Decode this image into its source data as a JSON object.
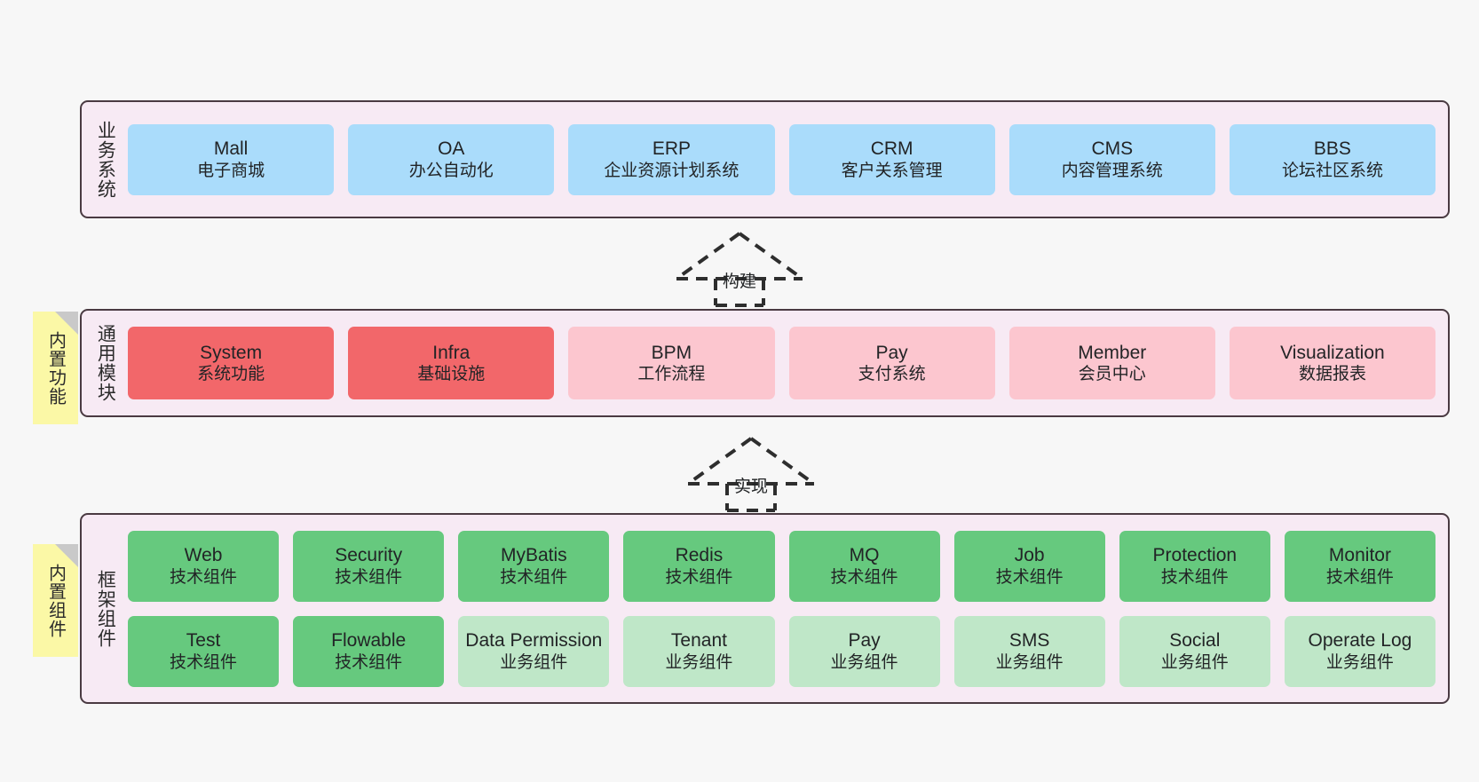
{
  "diagram": {
    "layers": [
      {
        "id": "business-systems",
        "label": "业务系统",
        "rows": [
          {
            "items": [
              {
                "title": "Mall",
                "sub": "电子商城",
                "color": "#aadcfb"
              },
              {
                "title": "OA",
                "sub": "办公自动化",
                "color": "#aadcfb"
              },
              {
                "title": "ERP",
                "sub": "企业资源计划系统",
                "color": "#aadcfb"
              },
              {
                "title": "CRM",
                "sub": "客户关系管理",
                "color": "#aadcfb"
              },
              {
                "title": "CMS",
                "sub": "内容管理系统",
                "color": "#aadcfb"
              },
              {
                "title": "BBS",
                "sub": "论坛社区系统",
                "color": "#aadcfb"
              }
            ]
          }
        ]
      },
      {
        "id": "common-modules",
        "label": "通用模块",
        "sticky": "内置功能",
        "rows": [
          {
            "items": [
              {
                "title": "System",
                "sub": "系统功能",
                "color": "#f2676a"
              },
              {
                "title": "Infra",
                "sub": "基础设施",
                "color": "#f2676a"
              },
              {
                "title": "BPM",
                "sub": "工作流程",
                "color": "#fcc6cf"
              },
              {
                "title": "Pay",
                "sub": "支付系统",
                "color": "#fcc6cf"
              },
              {
                "title": "Member",
                "sub": "会员中心",
                "color": "#fcc6cf"
              },
              {
                "title": "Visualization",
                "sub": "数据报表",
                "color": "#fcc6cf"
              }
            ]
          }
        ]
      },
      {
        "id": "framework-components",
        "label": "框架组件",
        "sticky": "内置组件",
        "rows": [
          {
            "items": [
              {
                "title": "Web",
                "sub": "技术组件",
                "color": "#66c97e"
              },
              {
                "title": "Security",
                "sub": "技术组件",
                "color": "#66c97e"
              },
              {
                "title": "MyBatis",
                "sub": "技术组件",
                "color": "#66c97e"
              },
              {
                "title": "Redis",
                "sub": "技术组件",
                "color": "#66c97e"
              },
              {
                "title": "MQ",
                "sub": "技术组件",
                "color": "#66c97e"
              },
              {
                "title": "Job",
                "sub": "技术组件",
                "color": "#66c97e"
              },
              {
                "title": "Protection",
                "sub": "技术组件",
                "color": "#66c97e"
              },
              {
                "title": "Monitor",
                "sub": "技术组件",
                "color": "#66c97e"
              }
            ]
          },
          {
            "items": [
              {
                "title": "Test",
                "sub": "技术组件",
                "color": "#66c97e"
              },
              {
                "title": "Flowable",
                "sub": "技术组件",
                "color": "#66c97e"
              },
              {
                "title": "Data Permission",
                "sub": "业务组件",
                "color": "#bfe7c8"
              },
              {
                "title": "Tenant",
                "sub": "业务组件",
                "color": "#bfe7c8"
              },
              {
                "title": "Pay",
                "sub": "业务组件",
                "color": "#bfe7c8"
              },
              {
                "title": "SMS",
                "sub": "业务组件",
                "color": "#bfe7c8"
              },
              {
                "title": "Social",
                "sub": "业务组件",
                "color": "#bfe7c8"
              },
              {
                "title": "Operate Log",
                "sub": "业务组件",
                "color": "#bfe7c8"
              }
            ]
          }
        ]
      }
    ],
    "connectors": [
      {
        "id": "connector-build",
        "label": "构建"
      },
      {
        "id": "connector-implement",
        "label": "实现"
      }
    ],
    "colors": {
      "panel_bg": "#f7eaf4",
      "panel_border": "#4a3a42",
      "sticky_bg": "#fbf8a6",
      "sticky_fold": "#c9c9c9",
      "blue": "#aadcfb",
      "red": "#f2676a",
      "pink": "#fcc6cf",
      "green": "#66c97e",
      "green_light": "#bfe7c8",
      "canvas_bg": "#f7f7f7"
    }
  }
}
